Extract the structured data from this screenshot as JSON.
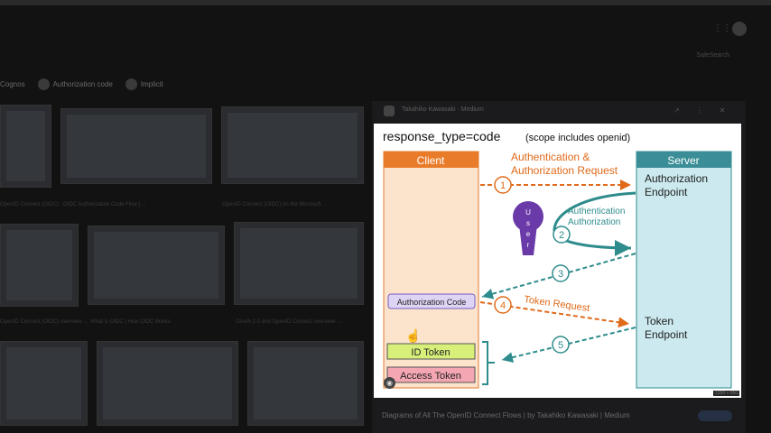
{
  "filters": {
    "chips": [
      "Cognos",
      "Authorization code",
      "Implicit"
    ]
  },
  "toolbar": {
    "tools_label": "SafeSearch"
  },
  "results": {
    "captions": [
      "OpenID Connect (OIDC) ...",
      "OIDC Authorization Code Flow | ...",
      "OpenID Connect (OIDC) on the Microsoft ...",
      "OpenID Connect (OIDC) overview ...",
      "What is OIDC | How OIDC Works",
      "OAuth 2.0 and OpenID Connect overview ..."
    ]
  },
  "panel": {
    "source_name": "Takahiko Kawasaki · Medium",
    "size_badge": "1390 × 850",
    "caption": "Diagrams of All The OpenID Connect Flows | by Takahiko Kawasaki | Medium"
  },
  "diagram": {
    "title_main": "response_type=code",
    "title_sub": "(scope includes openid)",
    "client_label": "Client",
    "server_label": "Server",
    "auth_endpoint_line1": "Authorization",
    "auth_endpoint_line2": "Endpoint",
    "token_endpoint_line1": "Token",
    "token_endpoint_line2": "Endpoint",
    "step1_line1": "Authentication &",
    "step1_line2": "Authorization Request",
    "step2_line1": "Authentication",
    "step2_line2": "Authorization",
    "user_label": [
      "U",
      "s",
      "e",
      "r"
    ],
    "auth_code_label": "Authorization Code",
    "token_request_label": "Token Request",
    "id_token_label": "ID Token",
    "access_token_label": "Access Token",
    "step_numbers": [
      "1",
      "2",
      "3",
      "4",
      "5"
    ],
    "colors": {
      "orange": "#e06a1a",
      "teal": "#2f8c8c",
      "client_fill": "#fbe3cc",
      "server_fill": "#cbe9ee"
    }
  }
}
